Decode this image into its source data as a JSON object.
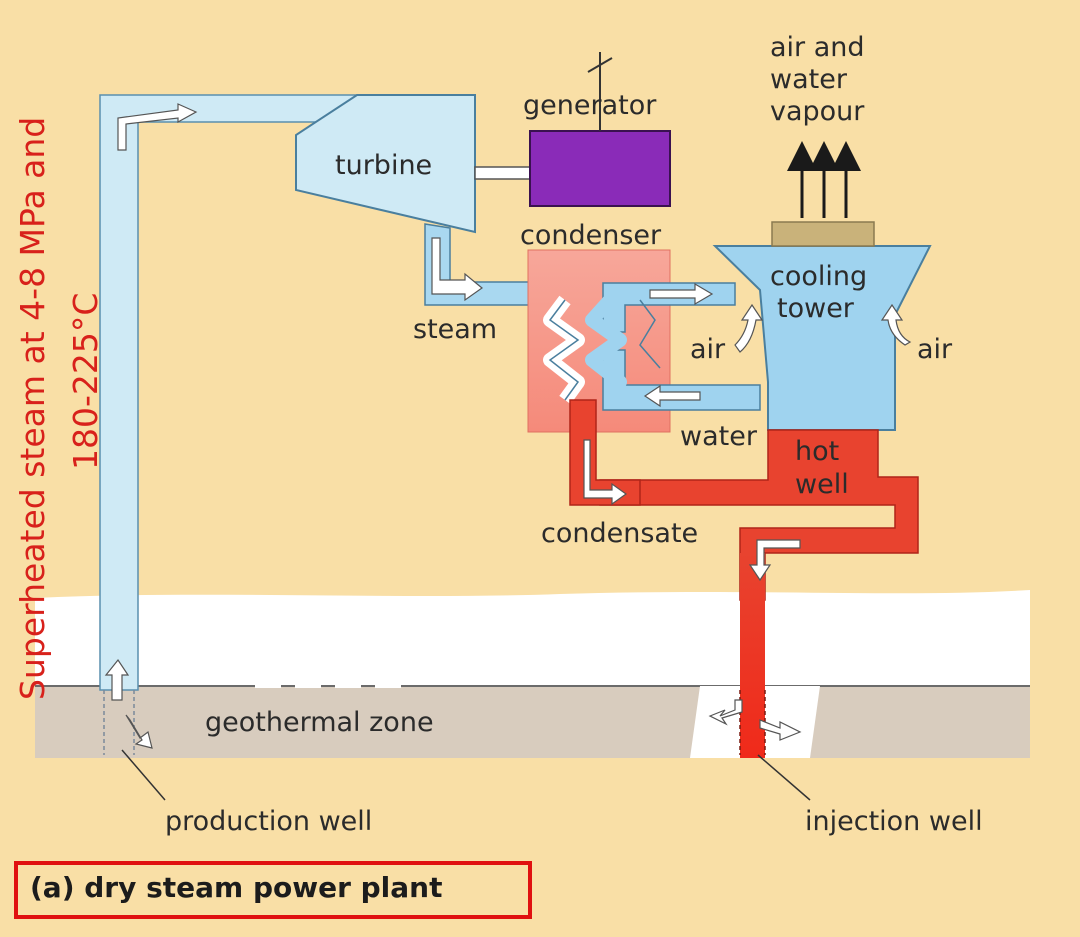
{
  "labels": {
    "generator": "generator",
    "turbine": "turbine",
    "condenser": "condenser",
    "steam": "steam",
    "air_water_vapour_1": "air and",
    "air_water_vapour_2": "water",
    "air_water_vapour_3": "vapour",
    "cooling_tower_1": "cooling",
    "cooling_tower_2": "tower",
    "air_left": "air",
    "air_right": "air",
    "water": "water",
    "hot_well_1": "hot",
    "hot_well_2": "well",
    "condensate": "condensate",
    "geothermal_zone": "geothermal zone",
    "production_well": "production well",
    "injection_well": "injection well"
  },
  "annotation": {
    "line1": "Superheated steam at 4-8 MPa and",
    "line2": "180-225°C"
  },
  "caption": "(a) dry steam power plant",
  "colors": {
    "background": "#f9dfa6",
    "steam": "#cfeaf5",
    "cooling_water": "#9fd3ef",
    "generator": "#8a2bb8",
    "condenser": "#f79a8a",
    "hot_water": "#e8432f",
    "geothermal_zone": "#d8ccbe",
    "ground": "#ffffff",
    "annotation": "#d8211b",
    "caption_border": "#e01010"
  }
}
